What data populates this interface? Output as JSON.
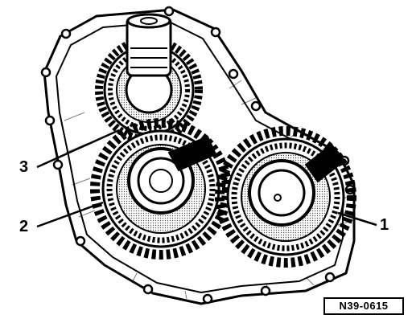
{
  "figure": {
    "code": "N39-0615"
  },
  "callouts": [
    {
      "number": "1",
      "part": "gear-right"
    },
    {
      "number": "2",
      "part": "gear-middle"
    },
    {
      "number": "3",
      "part": "gear-top"
    }
  ],
  "colors": {
    "ink": "#000000",
    "paper": "#ffffff",
    "shade": "#b8b8b8"
  }
}
